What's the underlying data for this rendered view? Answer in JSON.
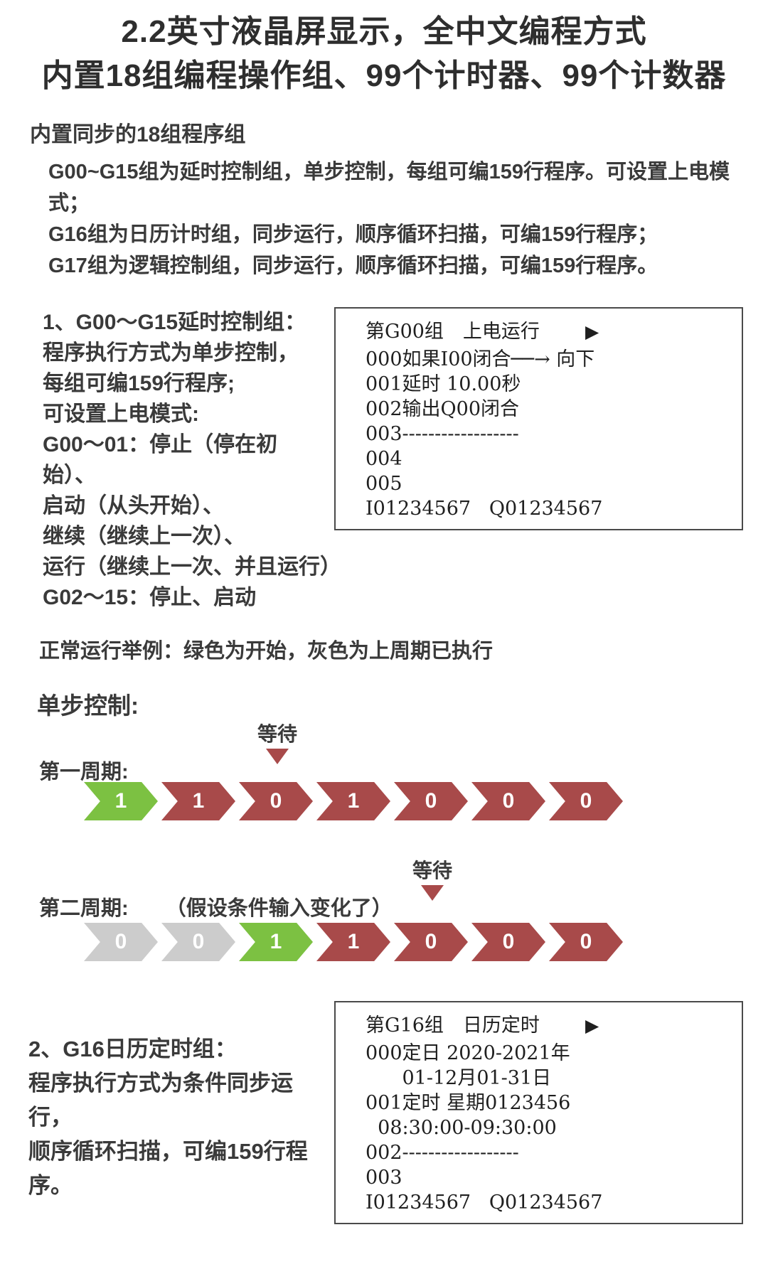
{
  "colors": {
    "green": "#7cc142",
    "red": "#a84a4a",
    "gray": "#cccccc",
    "ink": "#3a3a3a",
    "lcd_border": "#4a4a4a"
  },
  "header": {
    "title_line1": "2.2英寸液晶屏显示，全中文编程方式",
    "title_line2": "内置18组编程操作组、99个计时器、99个计数器"
  },
  "intro": {
    "heading": "内置同步的18组程序组",
    "lines": [
      "G00~G15组为延时控制组，单步控制，每组可编159行程序。可设置上电模式；",
      "G16组为日历计时组，同步运行，顺序循环扫描，可编159行程序；",
      "G17组为逻辑控制组，同步运行，顺序循环扫描，可编159行程序。"
    ]
  },
  "section1": {
    "lines": [
      "1、G00～G15延时控制组：",
      "程序执行方式为单步控制，",
      "每组可编159行程序;",
      "可设置上电模式:",
      "G00～01：停止（停在初始）、",
      "启动（从头开始）、",
      "继续（继续上一次）、",
      "运行（继续上一次、并且运行）",
      "G02～15：停止、启动"
    ],
    "lcd": {
      "header": "第G00组　上电运行",
      "cursor": "▶",
      "lines": [
        "000如果I00闭合──→ 向下",
        "001延时 10.00秒",
        "002输出Q00闭合",
        "003------------------",
        "004",
        "005"
      ],
      "footer": "I01234567   Q01234567"
    }
  },
  "example": {
    "caption": "正常运行举例：绿色为开始，灰色为上周期已执行",
    "mode_title": "单步控制:",
    "cycle1": {
      "label": "第一周期:",
      "wait_label": "等待",
      "arrows": [
        {
          "value": "1",
          "state": "green"
        },
        {
          "value": "1",
          "state": "red"
        },
        {
          "value": "0",
          "state": "red"
        },
        {
          "value": "1",
          "state": "red"
        },
        {
          "value": "0",
          "state": "red"
        },
        {
          "value": "0",
          "state": "red"
        },
        {
          "value": "0",
          "state": "red"
        }
      ]
    },
    "cycle2": {
      "label": "第二周期:",
      "note": "（假设条件输入变化了）",
      "wait_label": "等待",
      "arrows": [
        {
          "value": "0",
          "state": "gray"
        },
        {
          "value": "0",
          "state": "gray"
        },
        {
          "value": "1",
          "state": "green"
        },
        {
          "value": "1",
          "state": "red"
        },
        {
          "value": "0",
          "state": "red"
        },
        {
          "value": "0",
          "state": "red"
        },
        {
          "value": "0",
          "state": "red"
        }
      ]
    }
  },
  "section2": {
    "lines": [
      "2、G16日历定时组：",
      "程序执行方式为条件同步运行，",
      "顺序循环扫描，可编159行程序。"
    ],
    "lcd": {
      "header": "第G16组　日历定时",
      "cursor": "▶",
      "lines": [
        "000定日 2020-2021年",
        "      01-12月01-31日",
        "001定时 星期0123456",
        "  08:30:00-09:30:00",
        "002------------------",
        "003"
      ],
      "footer": "I01234567   Q01234567"
    }
  }
}
